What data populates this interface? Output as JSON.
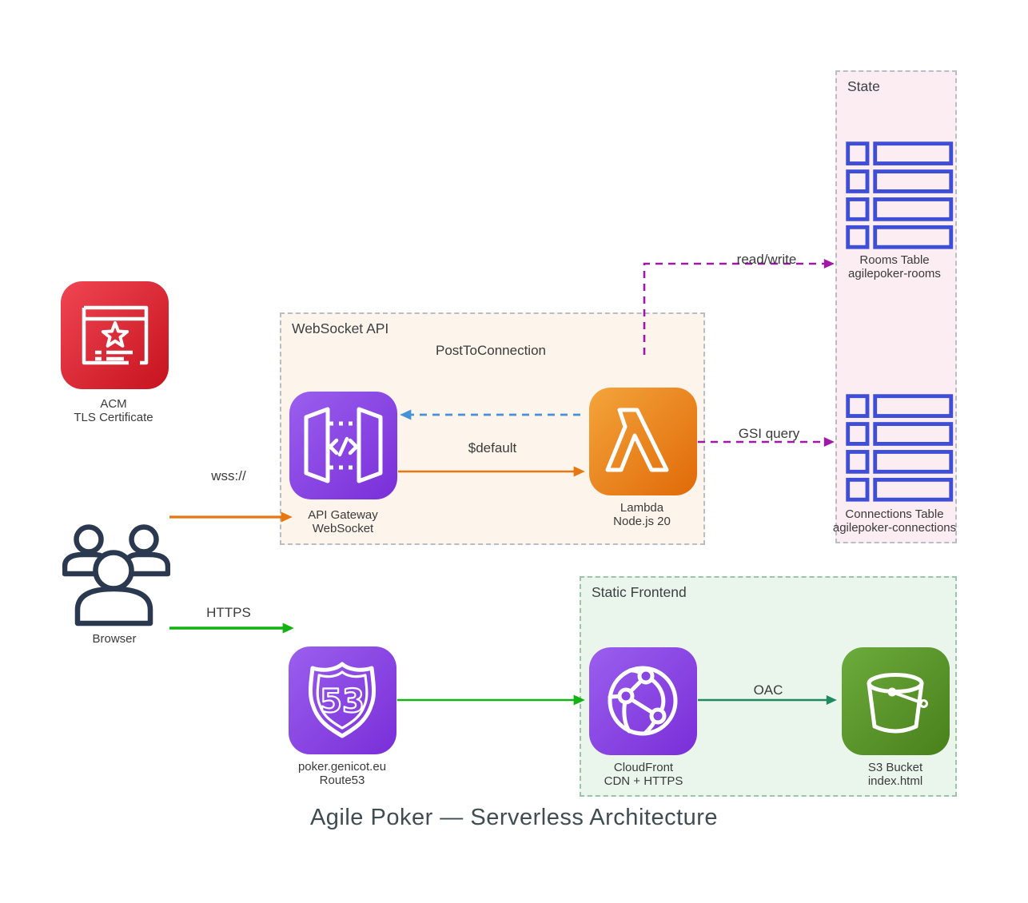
{
  "title": "Agile Poker — Serverless Architecture",
  "groups": {
    "state": {
      "label": "State"
    },
    "websocket_api": {
      "label": "WebSocket API"
    },
    "static_frontend": {
      "label": "Static Frontend"
    }
  },
  "nodes": {
    "acm": {
      "line1": "ACM",
      "line2": "TLS Certificate"
    },
    "browser": {
      "label": "Browser"
    },
    "api_gateway": {
      "line1": "API Gateway",
      "line2": "WebSocket"
    },
    "lambda": {
      "line1": "Lambda",
      "line2": "Node.js 20"
    },
    "rooms_table": {
      "line1": "Rooms Table",
      "line2": "agilepoker-rooms"
    },
    "connections_table": {
      "line1": "Connections Table",
      "line2": "agilepoker-connections"
    },
    "route53": {
      "line1": "poker.genicot.eu",
      "line2": "Route53",
      "badge": "53"
    },
    "cloudfront": {
      "line1": "CloudFront",
      "line2": "CDN + HTTPS"
    },
    "s3": {
      "line1": "S3 Bucket",
      "line2": "index.html"
    }
  },
  "edges": {
    "wss": {
      "label": "wss://"
    },
    "https": {
      "label": "HTTPS"
    },
    "default_route": {
      "label": "$default"
    },
    "post_to_connection": {
      "label": "PostToConnection"
    },
    "read_write": {
      "label": "read/write"
    },
    "gsi_query": {
      "label": "GSI query"
    },
    "oac": {
      "label": "OAC"
    }
  },
  "colors": {
    "orange_arrow": "#E8770F",
    "green_arrow": "#12B212",
    "teal_arrow": "#1F8A5F",
    "blue_arrow": "#4592D5",
    "purple_arrow": "#A018A8",
    "state_box_bg": "#FCEDF3",
    "websocket_box_bg": "#FDF4EC",
    "frontend_box_bg": "#EAF6EC",
    "dynamodb_blue": "#3F4ED6",
    "aws_purple": "#8A46E0",
    "aws_orange_lambda": "#EC7211",
    "aws_red_acm": "#DD3444",
    "aws_green_s3": "#5C9A2E"
  }
}
